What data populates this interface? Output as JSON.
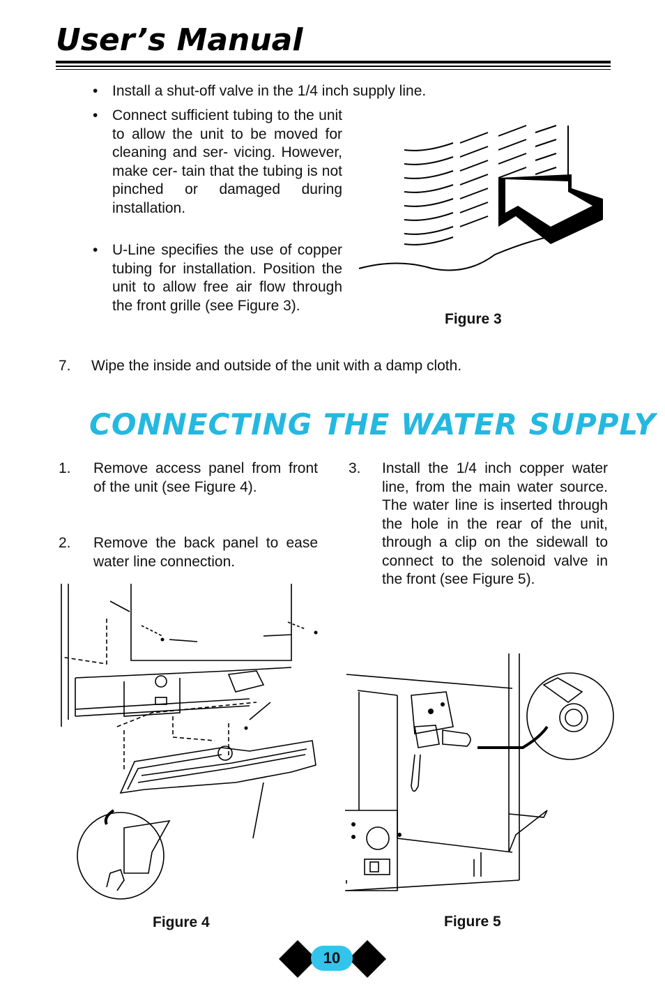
{
  "header": {
    "title": "User’s Manual"
  },
  "top_section": {
    "bullet_1": "Install a shut-off valve in the 1/4 inch supply line.",
    "bullet_2": "Connect sufficient tubing to the unit to allow the unit to be moved for cleaning and ser- vicing. However, make cer- tain that the tubing is not pinched or damaged during installation.",
    "bullet_3": "U-Line specifies the use of copper tubing for installation. Position the unit to allow free air flow through the front grille (see Figure 3).",
    "figure_caption": "Figure 3",
    "step_7_number": "7.",
    "step_7_text": "Wipe the inside and outside of the unit with a damp cloth."
  },
  "water_section": {
    "title": "CONNECTING THE WATER SUPPLY",
    "steps": [
      {
        "number": "1.",
        "text": "Remove access panel from front of the unit (see Figure 4)."
      },
      {
        "number": "2.",
        "text": "Remove the back panel to ease water line connection."
      },
      {
        "number": "3.",
        "text": "Install the 1/4 inch copper water line, from the main water source. The water line is inserted through the hole in the rear of the unit, through a clip on the sidewall to connect to the solenoid valve in the front (see Figure 5)."
      }
    ],
    "figure_4_caption": "Figure 4",
    "figure_5_caption": "Figure 5"
  },
  "footer": {
    "page_number": "10"
  },
  "colors": {
    "accent": "#24b8e0",
    "badge": "#33c4ec",
    "text": "#111111"
  }
}
